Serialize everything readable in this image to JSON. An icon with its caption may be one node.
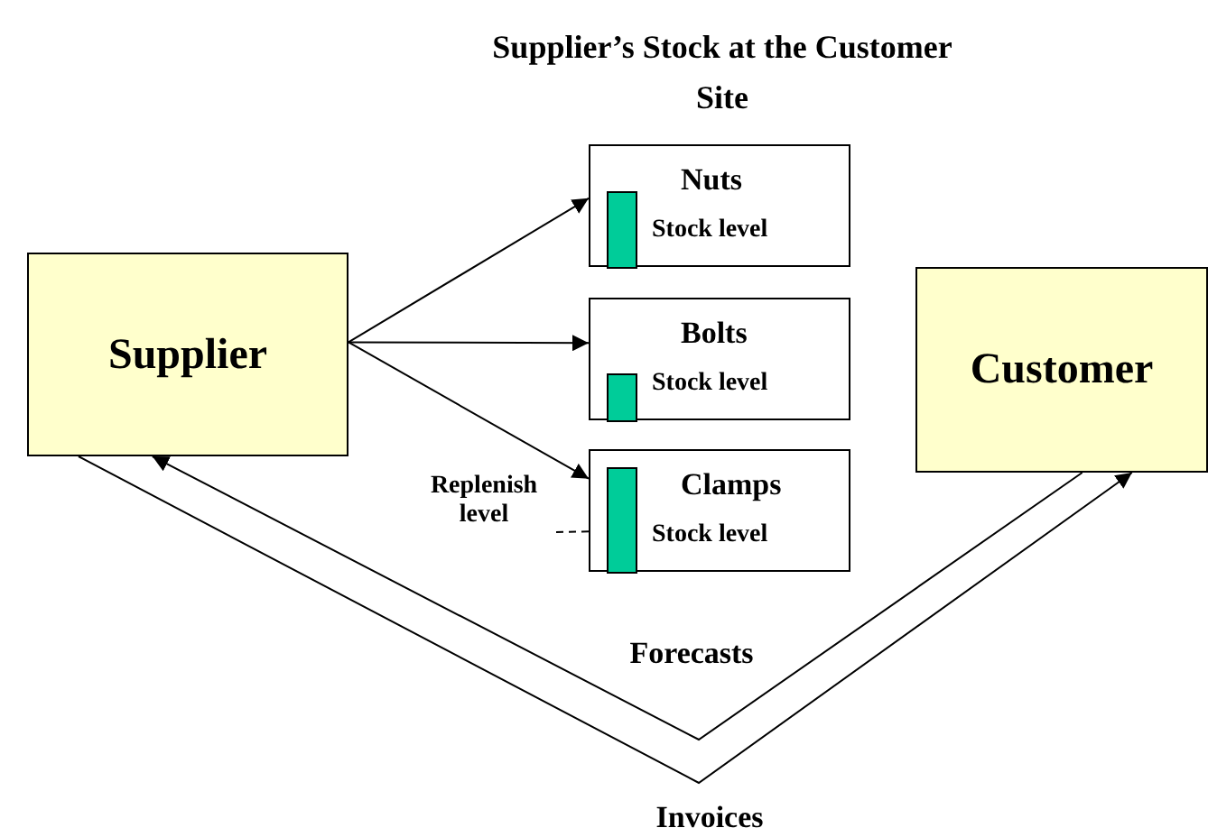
{
  "diagram": {
    "title": "Supplier’s Stock at the Customer Site",
    "nodes": [
      {
        "text": [
          "Supplier"
        ]
      },
      {
        "text": [
          "Nuts",
          "Stock level"
        ]
      },
      {
        "text": [],
        "shape": "bar",
        "in": 1
      },
      {
        "text": [
          "Bolts",
          "Stock level"
        ]
      },
      {
        "text": [],
        "shape": "bar",
        "in": 3
      },
      {
        "text": [
          "Clamps",
          "Stock level"
        ]
      },
      {
        "text": [],
        "shape": "bar",
        "in": 5
      },
      {
        "text": [
          "Replenish level"
        ]
      },
      {
        "text": [
          "Customer"
        ]
      }
    ],
    "edges": [
      {
        "from": 0,
        "to": 1,
        "arrow": "to"
      },
      {
        "from": 0,
        "to": 3,
        "arrow": "to"
      },
      {
        "from": 0,
        "to": 5,
        "arrow": "to"
      },
      {
        "from": 8,
        "to": 0,
        "arrow": "to",
        "label": "Forecasts"
      },
      {
        "from": 0,
        "to": 8,
        "arrow": "to",
        "label": "Invoices"
      },
      {
        "from": 7,
        "to": 6,
        "arrow": "none",
        "style": "dashed"
      }
    ]
  }
}
